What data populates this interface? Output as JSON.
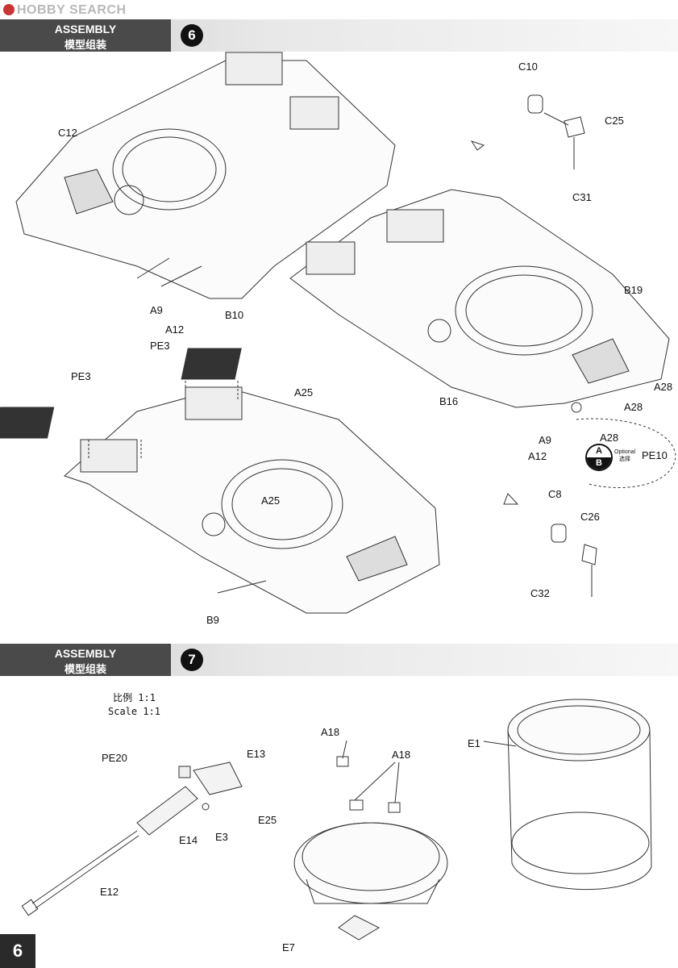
{
  "watermark": {
    "text": "HOBBY SEARCH"
  },
  "steps": [
    {
      "assembly_en": "ASSEMBLY",
      "assembly_cn": "模型组装",
      "number": "6"
    },
    {
      "assembly_en": "ASSEMBLY",
      "assembly_cn": "模型组装",
      "number": "7"
    }
  ],
  "labels": {
    "c10": "C10",
    "c25": "C25",
    "c31": "C31",
    "c12": "C12",
    "a9_top": "A9",
    "a12_top": "A12",
    "b10": "B10",
    "pe3_a": "PE3",
    "pe3_b": "PE3",
    "a25_a": "A25",
    "a25_b": "A25",
    "b19": "B19",
    "a28_a": "A28",
    "a28_b": "A28",
    "a28_c": "A28",
    "b16": "B16",
    "a9_right": "A9",
    "a12_right": "A12",
    "pe10": "PE10",
    "c8": "C8",
    "c26": "C26",
    "c32": "C32",
    "b9": "B9",
    "e13": "E13",
    "pe20": "PE20",
    "e14": "E14",
    "e3": "E3",
    "e12": "E12",
    "a18_a": "A18",
    "a18_b": "A18",
    "e25": "E25",
    "e1": "E1",
    "e7": "E7"
  },
  "optional": {
    "a": "A",
    "b": "B",
    "text_en": "Optional",
    "text_cn": "选择"
  },
  "scale": {
    "cn": "比例 1:1",
    "en": "Scale 1:1"
  },
  "page_number": "6"
}
